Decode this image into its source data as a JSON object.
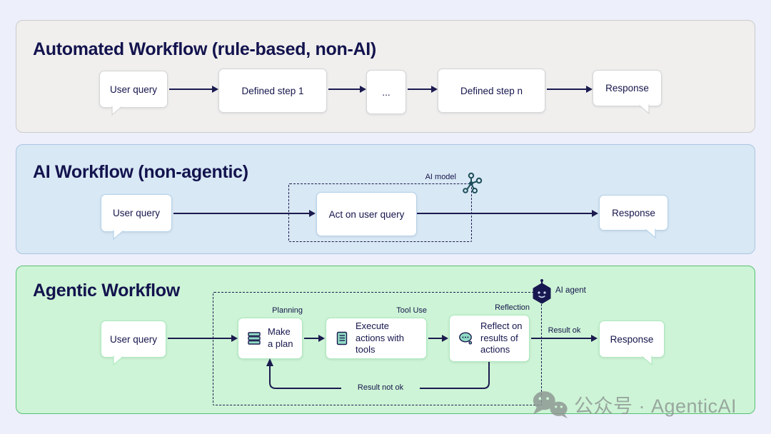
{
  "colors": {
    "page_bg": "#edeffb",
    "ink": "#1b1b4f",
    "title": "#13134e",
    "panel1_bg": "#f0efee",
    "panel1_border": "#cbcbcb",
    "panel2_bg": "#d8e8f4",
    "panel2_border": "#a9c6e2",
    "panel3_bg": "#cdf4d6",
    "panel3_border": "#58c173",
    "node_bg": "#ffffff",
    "teal_icon_fill": "#90dcc5",
    "molecule_stroke": "#1e4e5a",
    "watermark_gray": "#8d9792"
  },
  "automated": {
    "title": "Automated Workflow (rule-based, non-AI)",
    "user_query": "User query",
    "step1": "Defined step 1",
    "ellipsis": "...",
    "stepn": "Defined step n",
    "response": "Response"
  },
  "ai_workflow": {
    "title": "AI Workflow (non-agentic)",
    "user_query": "User query",
    "act": "Act on user query",
    "model_label": "AI model",
    "response": "Response"
  },
  "agentic": {
    "title": "Agentic Workflow",
    "user_query": "User query",
    "plan": "Make a plan",
    "execute": "Execute actions with tools",
    "reflect": "Reflect on results of actions",
    "planning_label": "Planning",
    "tool_use_label": "Tool Use",
    "reflection_label": "Reflection",
    "agent_label": "AI agent",
    "result_ok": "Result ok",
    "result_not_ok": "Result not ok",
    "response": "Response"
  },
  "watermark": {
    "text": "公众号 · AgenticAI"
  },
  "icons": {
    "ai_model": "molecule-icon",
    "ai_agent": "robot-hexagon-icon",
    "plan": "stack-icon",
    "execute": "document-icon",
    "reflect": "thought-bubble-icon",
    "watermark": "wechat-icon"
  }
}
